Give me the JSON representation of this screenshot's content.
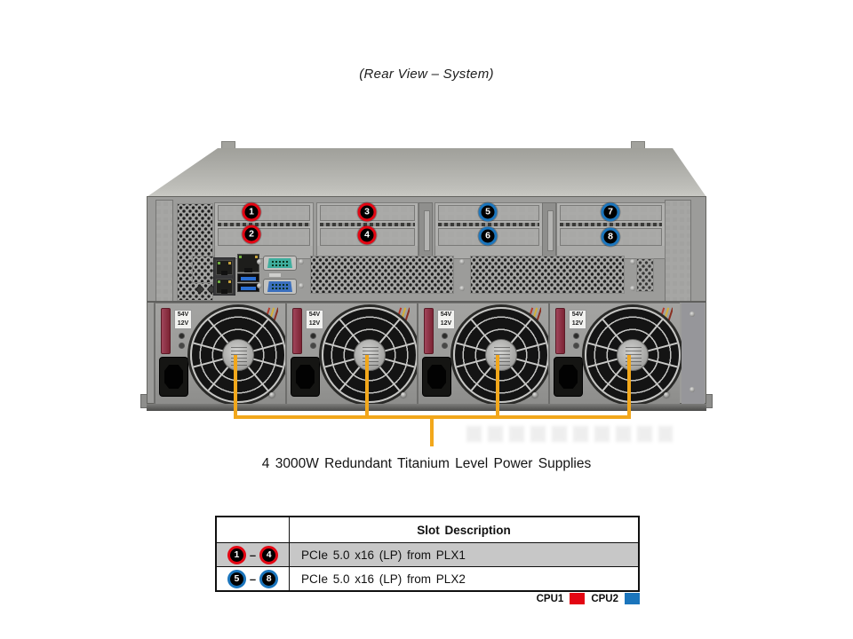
{
  "title": "(Rear View – System)",
  "caption": "4 3000W Redundant Titanium Level Power Supplies",
  "server": {
    "slots": [
      {
        "num": "1",
        "cpu": "red"
      },
      {
        "num": "2",
        "cpu": "red"
      },
      {
        "num": "3",
        "cpu": "red"
      },
      {
        "num": "4",
        "cpu": "red"
      },
      {
        "num": "5",
        "cpu": "blue"
      },
      {
        "num": "6",
        "cpu": "blue"
      },
      {
        "num": "7",
        "cpu": "blue"
      },
      {
        "num": "8",
        "cpu": "blue"
      }
    ],
    "psu": {
      "count": 4,
      "volt_top": "54V",
      "volt_bottom": "12V"
    }
  },
  "table": {
    "header": "Slot Description",
    "rows": [
      {
        "start": "1",
        "dash": "–",
        "end": "4",
        "cpu": "red",
        "desc": "PCIe 5.0 x16 (LP) from PLX1"
      },
      {
        "start": "5",
        "dash": "–",
        "end": "8",
        "cpu": "blue",
        "desc": "PCIe 5.0 x16 (LP) from PLX2"
      }
    ]
  },
  "legend": [
    {
      "label": "CPU1",
      "color": "#e30613"
    },
    {
      "label": "CPU2",
      "color": "#1b75bc"
    }
  ],
  "colors": {
    "cpu1": "#e30613",
    "cpu2": "#1b75bc",
    "bracket": "#f2a71b"
  }
}
